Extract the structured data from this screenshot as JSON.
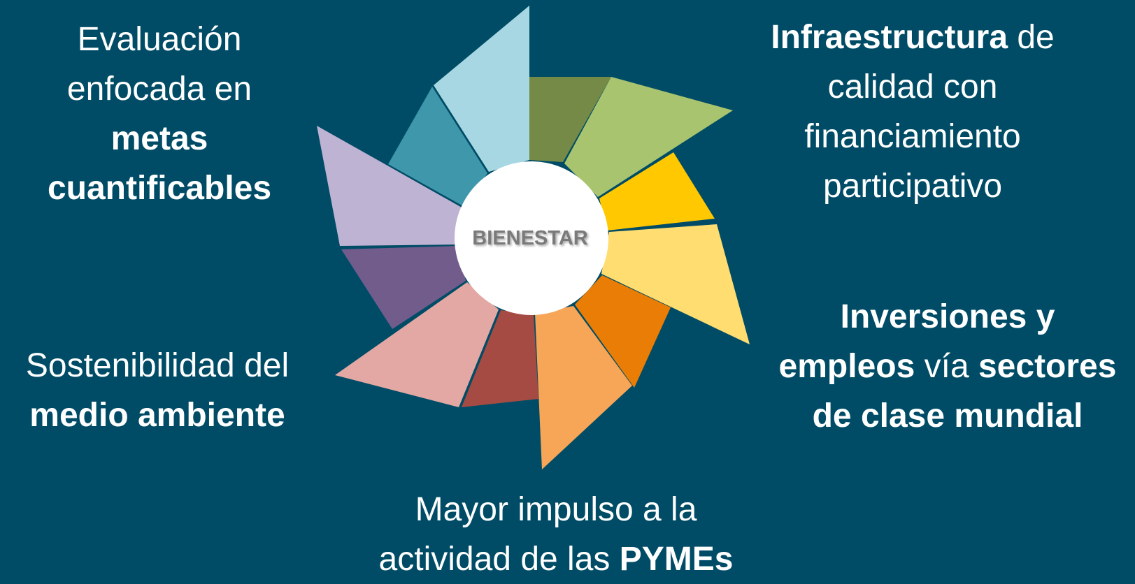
{
  "background_color": "#004c66",
  "center": {
    "label": "BIENESTAR",
    "circle_color": "#ffffff",
    "text_color": "#7a7a7a"
  },
  "petal_colors": [
    "#748a46",
    "#a9c46f",
    "#ffc800",
    "#ffdd70",
    "#ea7d05",
    "#f7a556",
    "#a54b44",
    "#e3a8a3",
    "#725c8c",
    "#bfb3d4",
    "#3f97ab",
    "#a6d7e3"
  ],
  "labels": {
    "top_left": {
      "line1": "Evaluación",
      "line2": "enfocada en",
      "line3": "metas",
      "line4": "cuantificables"
    },
    "top_right": {
      "line1_bold": "Infraestructura",
      "line1_rest": " de",
      "line2": "calidad con",
      "line3": "financiamiento",
      "line4": "participativo"
    },
    "mid_right": {
      "line1": "Inversiones y",
      "line2_bold1": "empleos",
      "line2_mid": " vía ",
      "line2_bold2": "sectores",
      "line3": "de clase mundial"
    },
    "mid_left": {
      "line1": "Sostenibilidad del",
      "line2": "medio ambiente"
    },
    "bottom": {
      "line1": "Mayor impulso a la",
      "line2_rest": "actividad de las ",
      "line2_bold": "PYMEs"
    }
  }
}
